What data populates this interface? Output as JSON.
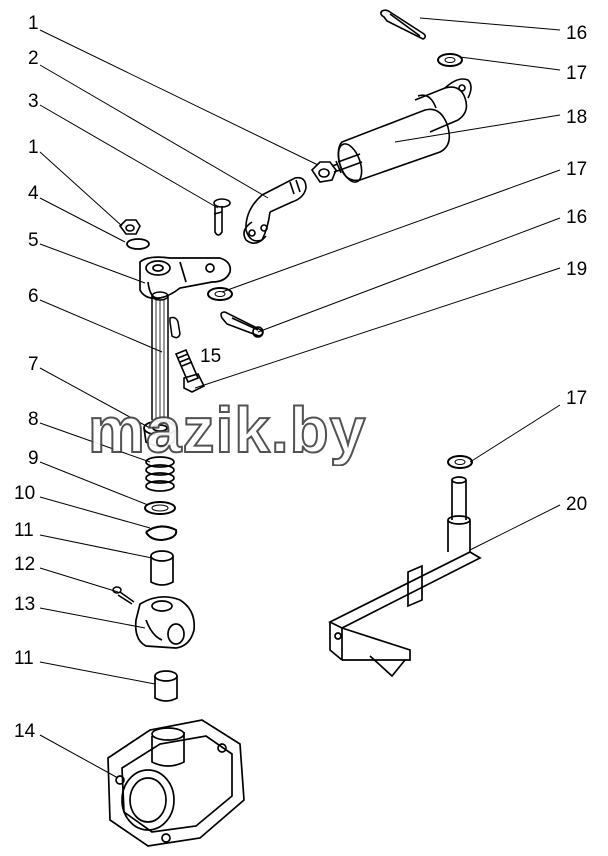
{
  "callouts": {
    "c1a": "1",
    "c2": "2",
    "c3": "3",
    "c1b": "1",
    "c4": "4",
    "c5": "5",
    "c6": "6",
    "c7": "7",
    "c8": "8",
    "c9": "9",
    "c10": "10",
    "c11a": "11",
    "c12": "12",
    "c13": "13",
    "c11b": "11",
    "c14": "14",
    "c15": "15",
    "c16a": "16",
    "c17a": "17",
    "c18": "18",
    "c17b": "17",
    "c16b": "16",
    "c19": "19",
    "c17c": "17",
    "c20": "20"
  },
  "watermark": "mazik.by"
}
